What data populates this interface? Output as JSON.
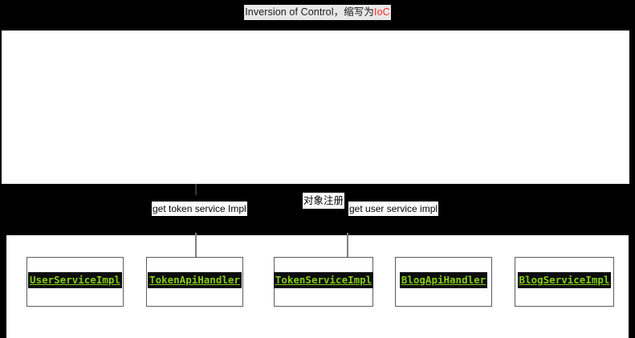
{
  "diagram": {
    "title": {
      "prefix": "Inversion of Control，缩写为",
      "accent": "IoC",
      "accent_color": "#ff2b2b"
    },
    "edge_labels": [
      {
        "name": "get-token-service-impl",
        "text": "get token service Impl"
      },
      {
        "name": "object-registration",
        "text": "对象注册"
      },
      {
        "name": "get-user-service-impl",
        "text": "get user service impl"
      }
    ],
    "nodes": [
      {
        "name": "user-service-impl",
        "label": "UserServiceImpl"
      },
      {
        "name": "token-api-handler",
        "label": "TokenApiHandler"
      },
      {
        "name": "token-service-impl",
        "label": "TokenServiceImpl"
      },
      {
        "name": "blog-api-handler",
        "label": "BlogApiHandler"
      },
      {
        "name": "blog-service-impl",
        "label": "BlogServiceImpl"
      }
    ],
    "colors": {
      "node_text": "#84cc16",
      "node_highlight_bg": "#0d0d0d",
      "canvas_bg": "#000000",
      "panel_bg": "#ffffff",
      "connector": "#808080"
    }
  }
}
